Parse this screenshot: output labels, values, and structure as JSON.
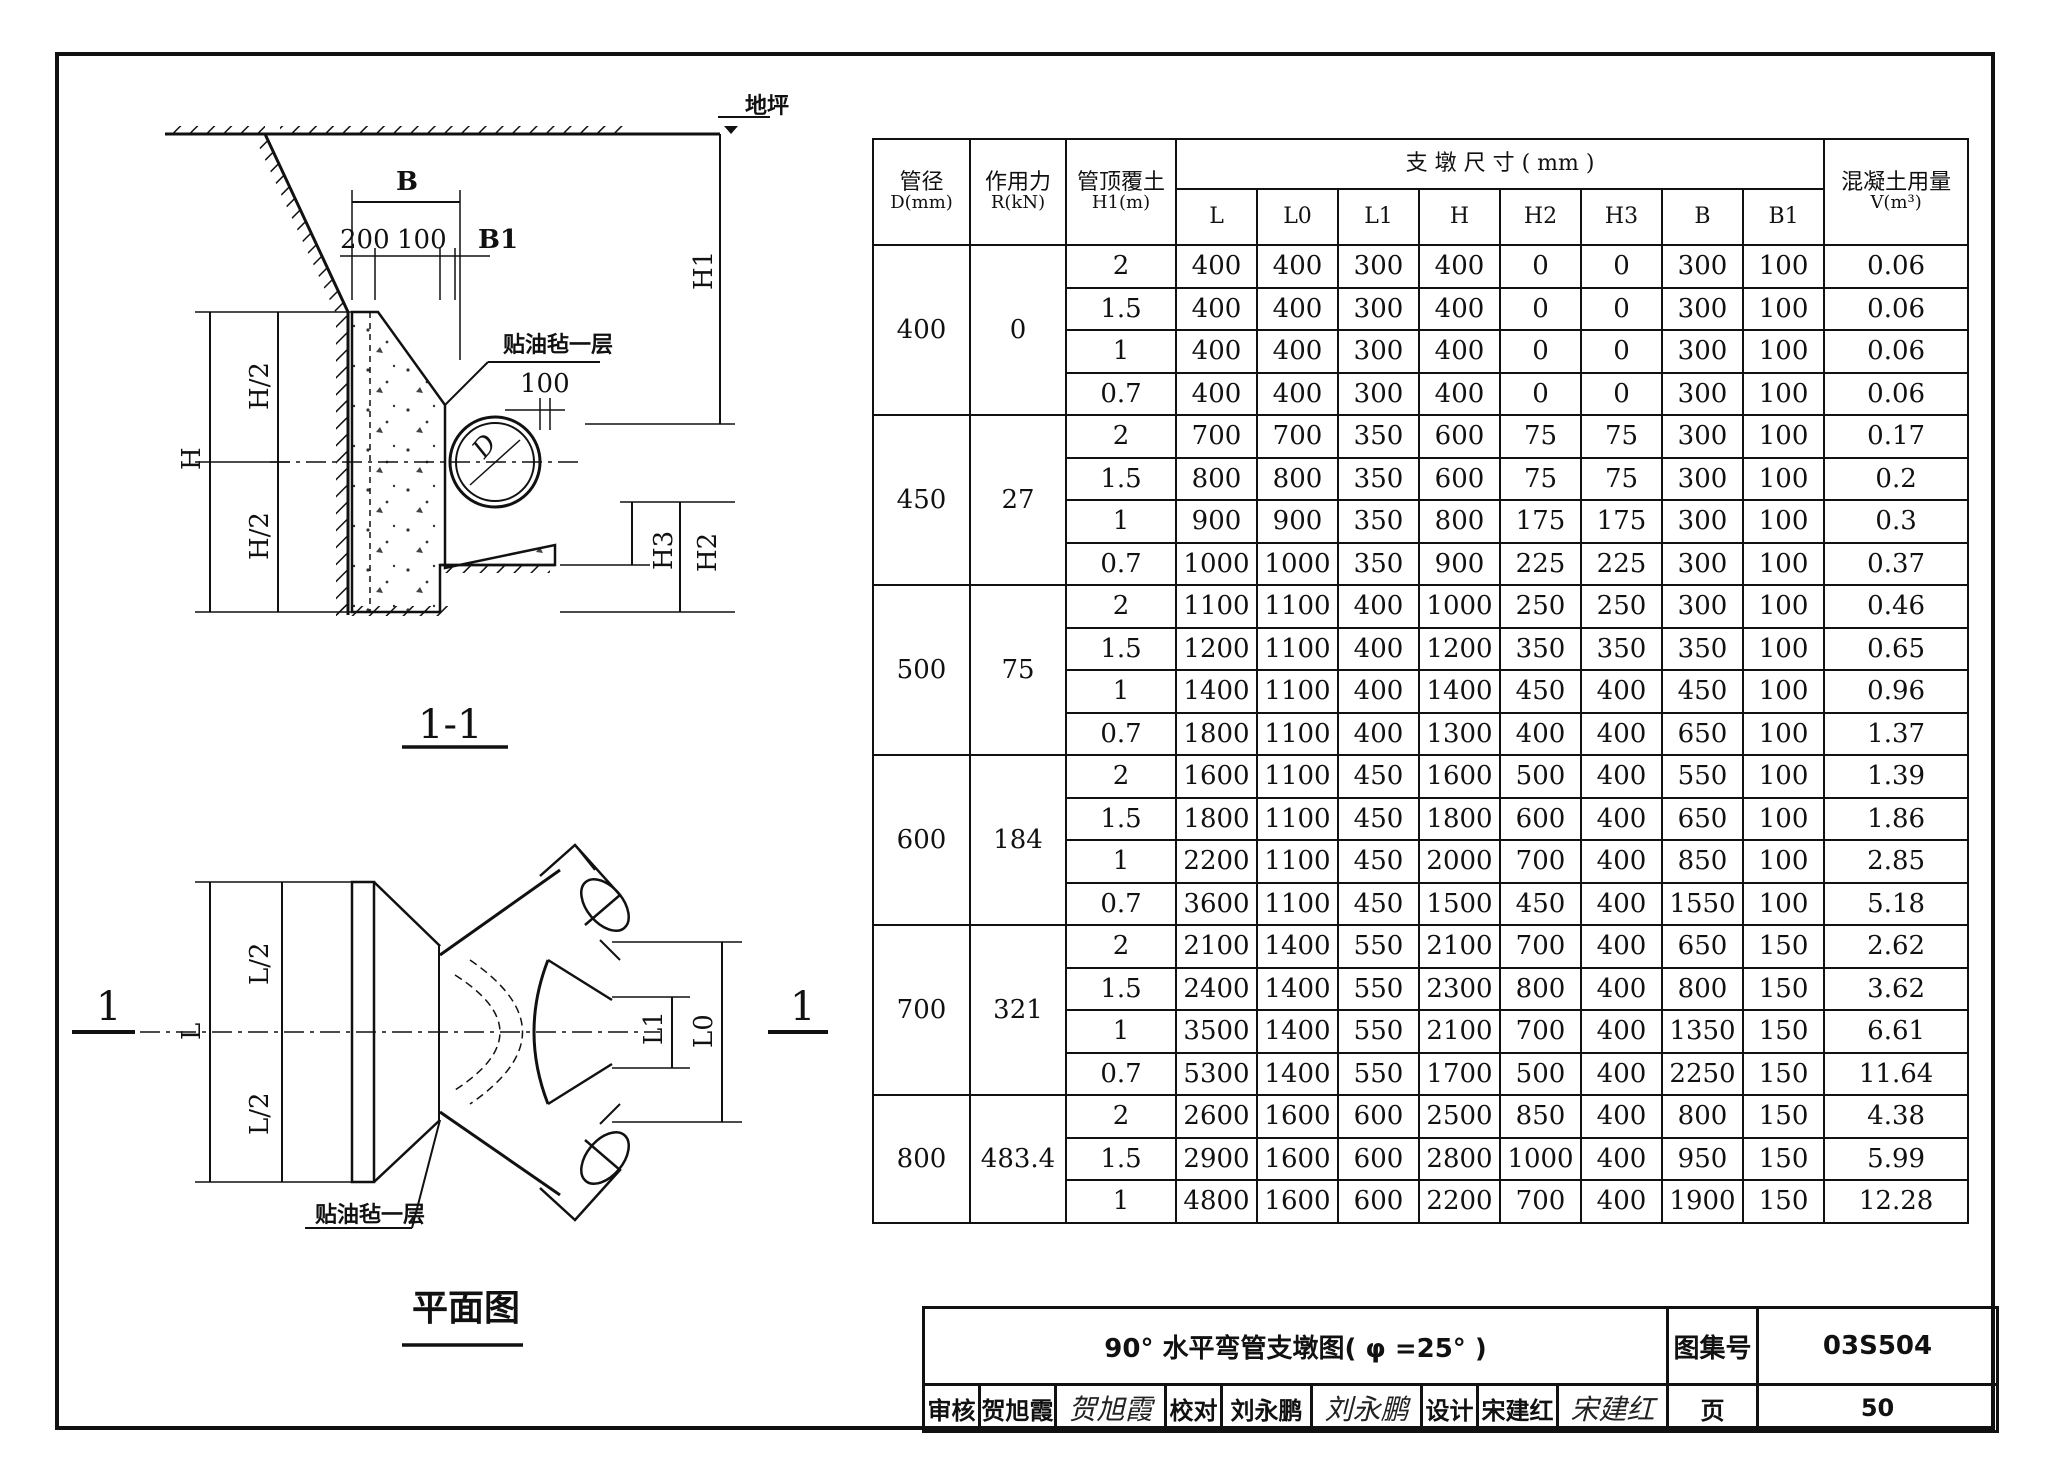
{
  "section_view": {
    "title": "1-1",
    "ground_label": "地坪",
    "labels": {
      "B": "B",
      "B1": "B1",
      "dim_200": "200",
      "dim_100": "100",
      "dim_100b": "100",
      "H1": "H1",
      "H": "H",
      "H_half_top": "H/2",
      "H_half_bottom": "H/2",
      "H2": "H2",
      "H3": "H3",
      "D": "D",
      "felt_note": "贴油毡一层"
    }
  },
  "plan_view": {
    "title": "平面图",
    "labels": {
      "L": "L",
      "L_half_top": "L/2",
      "L_half_bottom": "L/2",
      "L0": "L0",
      "L1": "L1",
      "section_mark_left": "1",
      "section_mark_right": "1",
      "felt_note": "贴油毡一层"
    }
  },
  "table": {
    "headers": {
      "pipe_diameter": [
        "管径",
        "D(mm)"
      ],
      "force": [
        "作用力",
        "R(kN)"
      ],
      "cover": [
        "管顶覆土",
        "H1(m)"
      ],
      "dims_group": "支 墩 尺 寸 ( mm )",
      "dims": [
        "L",
        "L0",
        "L1",
        "H",
        "H2",
        "H3",
        "B",
        "B1"
      ],
      "concrete": [
        "混凝土用量",
        "V(m³)"
      ]
    },
    "groups": [
      {
        "D": "400",
        "R": "0",
        "rows": [
          [
            "2",
            "400",
            "400",
            "300",
            "400",
            "0",
            "0",
            "300",
            "100",
            "0.06"
          ],
          [
            "1.5",
            "400",
            "400",
            "300",
            "400",
            "0",
            "0",
            "300",
            "100",
            "0.06"
          ],
          [
            "1",
            "400",
            "400",
            "300",
            "400",
            "0",
            "0",
            "300",
            "100",
            "0.06"
          ],
          [
            "0.7",
            "400",
            "400",
            "300",
            "400",
            "0",
            "0",
            "300",
            "100",
            "0.06"
          ]
        ]
      },
      {
        "D": "450",
        "R": "27",
        "rows": [
          [
            "2",
            "700",
            "700",
            "350",
            "600",
            "75",
            "75",
            "300",
            "100",
            "0.17"
          ],
          [
            "1.5",
            "800",
            "800",
            "350",
            "600",
            "75",
            "75",
            "300",
            "100",
            "0.2"
          ],
          [
            "1",
            "900",
            "900",
            "350",
            "800",
            "175",
            "175",
            "300",
            "100",
            "0.3"
          ],
          [
            "0.7",
            "1000",
            "1000",
            "350",
            "900",
            "225",
            "225",
            "300",
            "100",
            "0.37"
          ]
        ]
      },
      {
        "D": "500",
        "R": "75",
        "rows": [
          [
            "2",
            "1100",
            "1100",
            "400",
            "1000",
            "250",
            "250",
            "300",
            "100",
            "0.46"
          ],
          [
            "1.5",
            "1200",
            "1100",
            "400",
            "1200",
            "350",
            "350",
            "350",
            "100",
            "0.65"
          ],
          [
            "1",
            "1400",
            "1100",
            "400",
            "1400",
            "450",
            "400",
            "450",
            "100",
            "0.96"
          ],
          [
            "0.7",
            "1800",
            "1100",
            "400",
            "1300",
            "400",
            "400",
            "650",
            "100",
            "1.37"
          ]
        ]
      },
      {
        "D": "600",
        "R": "184",
        "rows": [
          [
            "2",
            "1600",
            "1100",
            "450",
            "1600",
            "500",
            "400",
            "550",
            "100",
            "1.39"
          ],
          [
            "1.5",
            "1800",
            "1100",
            "450",
            "1800",
            "600",
            "400",
            "650",
            "100",
            "1.86"
          ],
          [
            "1",
            "2200",
            "1100",
            "450",
            "2000",
            "700",
            "400",
            "850",
            "100",
            "2.85"
          ],
          [
            "0.7",
            "3600",
            "1100",
            "450",
            "1500",
            "450",
            "400",
            "1550",
            "100",
            "5.18"
          ]
        ]
      },
      {
        "D": "700",
        "R": "321",
        "rows": [
          [
            "2",
            "2100",
            "1400",
            "550",
            "2100",
            "700",
            "400",
            "650",
            "150",
            "2.62"
          ],
          [
            "1.5",
            "2400",
            "1400",
            "550",
            "2300",
            "800",
            "400",
            "800",
            "150",
            "3.62"
          ],
          [
            "1",
            "3500",
            "1400",
            "550",
            "2100",
            "700",
            "400",
            "1350",
            "150",
            "6.61"
          ],
          [
            "0.7",
            "5300",
            "1400",
            "550",
            "1700",
            "500",
            "400",
            "2250",
            "150",
            "11.64"
          ]
        ]
      },
      {
        "D": "800",
        "R": "483.4",
        "rows": [
          [
            "2",
            "2600",
            "1600",
            "600",
            "2500",
            "850",
            "400",
            "800",
            "150",
            "4.38"
          ],
          [
            "1.5",
            "2900",
            "1600",
            "600",
            "2800",
            "1000",
            "400",
            "950",
            "150",
            "5.99"
          ],
          [
            "1",
            "4800",
            "1600",
            "600",
            "2200",
            "700",
            "400",
            "1900",
            "150",
            "12.28"
          ]
        ]
      }
    ]
  },
  "title_block": {
    "title": "90° 水平弯管支墩图( φ =25° )",
    "atlas_label": "图集号",
    "atlas_no": "03S504",
    "review_label": "审核",
    "review_name": "贺旭霞",
    "review_sig": "贺旭霞",
    "check_label": "校对",
    "check_name": "刘永鹏",
    "check_sig": "刘永鹏",
    "design_label": "设计",
    "design_name": "宋建红",
    "design_sig": "宋建红",
    "page_label": "页",
    "page_no": "50"
  }
}
